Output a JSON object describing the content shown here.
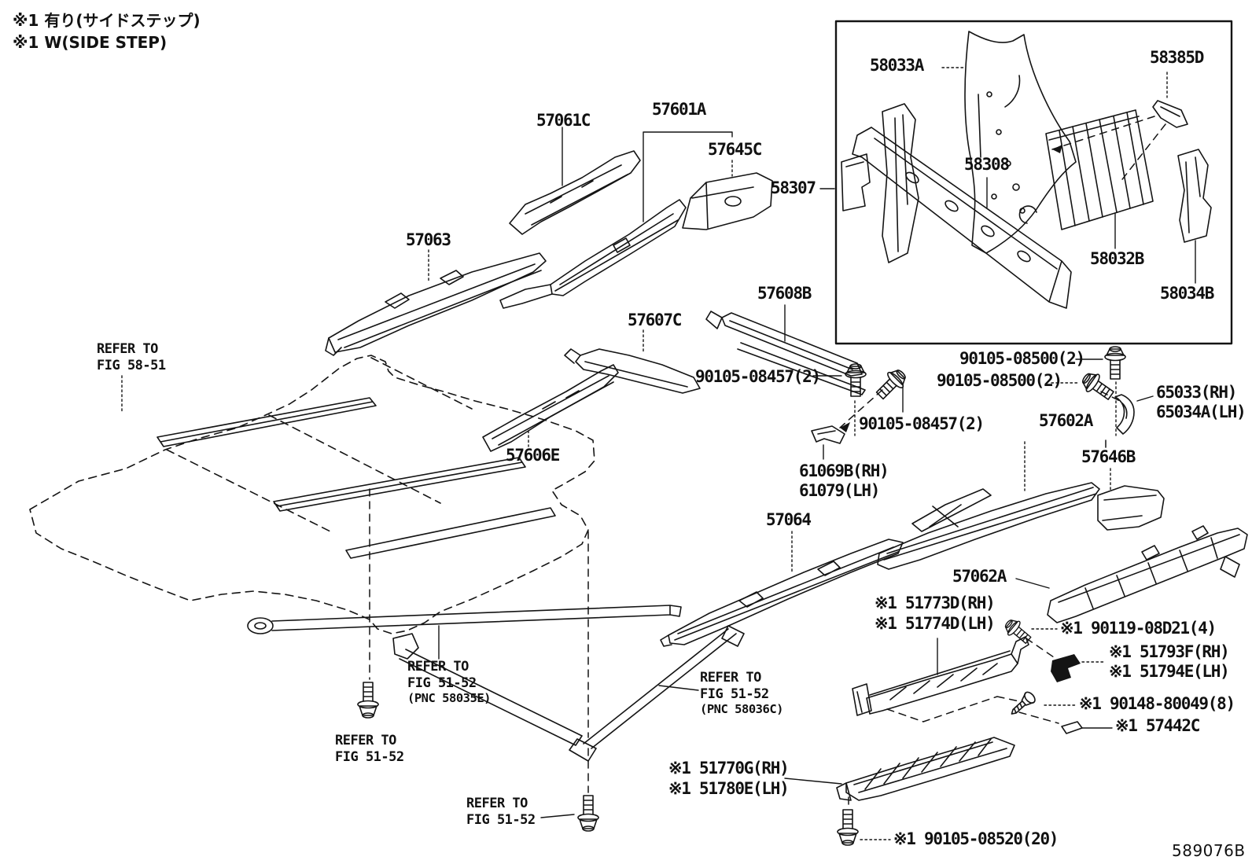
{
  "notes": {
    "side_step_jp": "※1 有り(サイドステップ)",
    "side_step_en": "※1 W(SIDE STEP)"
  },
  "figure_code": "589076B",
  "colors": {
    "line": "#141414",
    "background": "#ffffff"
  },
  "parts": {
    "57061C": "57061C",
    "57601A": "57601A",
    "57645C": "57645C",
    "58033A": "58033A",
    "58385D": "58385D",
    "58307": "58307",
    "58308": "58308",
    "58032B": "58032B",
    "58034B": "58034B",
    "57063": "57063",
    "57607C": "57607C",
    "57608B": "57608B",
    "57606E": "57606E",
    "57064": "57064",
    "57602A": "57602A",
    "57646B": "57646B",
    "57062A": "57062A",
    "61069B": "61069B(RH)",
    "61079": "61079(LH)",
    "65033": "65033(RH)",
    "65034A": "65034A(LH)",
    "51773D": "※1 51773D(RH)",
    "51774D": "※1 51774D(LH)",
    "51793F": "※1 51793F(RH)",
    "51794E": "※1 51794E(LH)",
    "57442C": "※1 57442C",
    "51770G": "※1 51770G(RH)",
    "51780E": "※1 51780E(LH)"
  },
  "fasteners": {
    "f08457": "90105-08457(2)",
    "f08500": "90105-08500(2)",
    "f90119": "※1 90119-08D21(4)",
    "f90148": "※1 90148-80049(8)",
    "f08520": "※1 90105-08520(20)"
  },
  "references": {
    "refer_to": "REFER TO",
    "fig_58_51": "FIG 58-51",
    "fig_51_52": "FIG 51-52",
    "pnc_58035e": "(PNC 58035E)",
    "pnc_58036c": "(PNC 58036C)"
  }
}
